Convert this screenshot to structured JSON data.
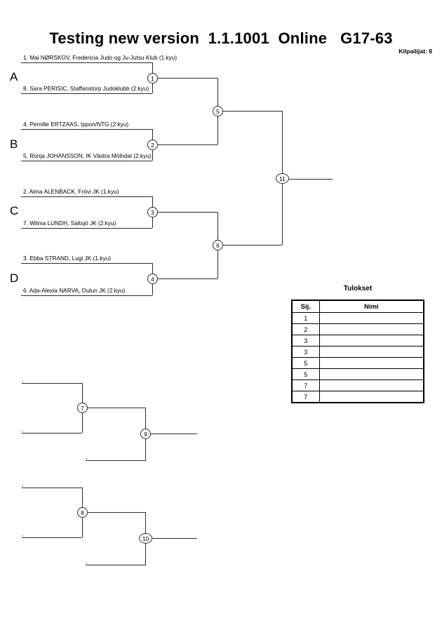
{
  "header": {
    "title": "Testing new version  1.1.1001  Online   G17-63",
    "entrants_label": "Kilpailijat: 8"
  },
  "bracket": {
    "groups": [
      {
        "label": "A"
      },
      {
        "label": "B"
      },
      {
        "label": "C"
      },
      {
        "label": "D"
      }
    ],
    "competitors": [
      {
        "seed": "1",
        "text": "1. Mai NØRSKOV, Fredericia Judo og Ju-Jutsu Klub (1.kyu)"
      },
      {
        "seed": "8",
        "text": "8. Sara PERISIC, Staffanstorp Judoklubb (2.kyu)"
      },
      {
        "seed": "4",
        "text": "4. Pernille ERTZAAS, Ippon/NTG (2.kyu)"
      },
      {
        "seed": "5",
        "text": "5. Ronja JOHANSSON, IK Västra Mölndal (2.kyu)"
      },
      {
        "seed": "2",
        "text": "2. Alma ALENBACK, Frövi JK (1.kyu)"
      },
      {
        "seed": "7",
        "text": "7. Wilma LUNDH, Saltsjö JK (2.kyu)"
      },
      {
        "seed": "3",
        "text": "3. Ebba STRAND, Lugi JK (1.kyu)"
      },
      {
        "seed": "6",
        "text": "6. Ada-Alexia NARVA, Oulun JK (2.kyu)"
      }
    ],
    "bouts": [
      {
        "id": "1"
      },
      {
        "id": "2"
      },
      {
        "id": "3"
      },
      {
        "id": "4"
      },
      {
        "id": "5"
      },
      {
        "id": "6"
      },
      {
        "id": "11"
      }
    ]
  },
  "repechage": [
    {
      "bouts": [
        {
          "id": "7"
        },
        {
          "id": "9"
        }
      ],
      "feeders": [
        {
          "label": "1"
        },
        {
          "label": "2"
        },
        {
          "label": "6"
        }
      ]
    },
    {
      "bouts": [
        {
          "id": "8"
        },
        {
          "id": "10"
        }
      ],
      "feeders": [
        {
          "label": "3"
        },
        {
          "label": "4"
        },
        {
          "label": "5"
        }
      ]
    }
  ],
  "results": {
    "title": "Tulokset",
    "columns": [
      "Sij.",
      "Nimi"
    ],
    "rows": [
      {
        "rank": "1",
        "name": ""
      },
      {
        "rank": "2",
        "name": ""
      },
      {
        "rank": "3",
        "name": ""
      },
      {
        "rank": "3",
        "name": ""
      },
      {
        "rank": "5",
        "name": ""
      },
      {
        "rank": "5",
        "name": ""
      },
      {
        "rank": "7",
        "name": ""
      },
      {
        "rank": "7",
        "name": ""
      }
    ]
  },
  "colors": {
    "line": "#2b2b2b",
    "text": "#000000",
    "background": "#ffffff"
  }
}
